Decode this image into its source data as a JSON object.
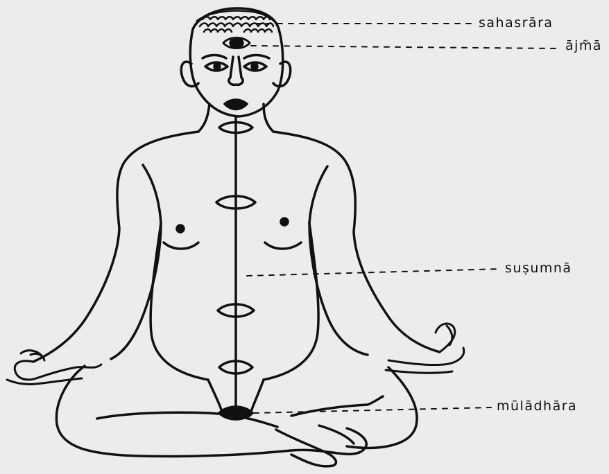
{
  "labels": {
    "sahasrara": "sahasrāra",
    "ajna": "ājm̃ā",
    "susumna": "suṣumnā",
    "muladhara": "mūlādhāra"
  },
  "colors": {
    "ink": "#111111",
    "paper": "#ececea"
  }
}
